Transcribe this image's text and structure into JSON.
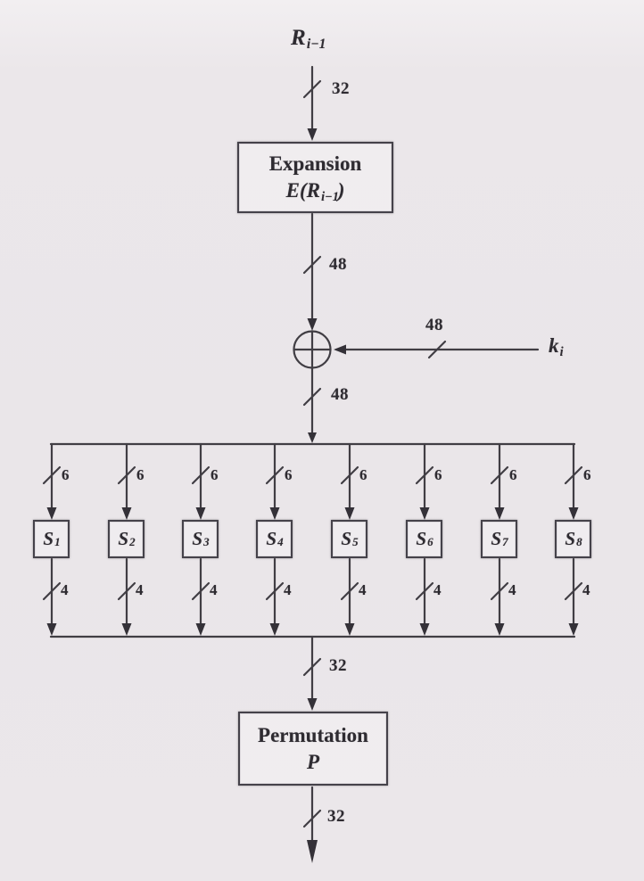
{
  "colors": {
    "line": "#413e44",
    "arrow": "#343138",
    "text": "#2e2b31",
    "background": "#eae6e9"
  },
  "diagram": {
    "input": {
      "var": "R",
      "sub": "i−1",
      "bits": "32"
    },
    "expansion": {
      "title": "Expansion",
      "fn_open": "E(R",
      "fn_sub": "i−1",
      "fn_close": ")",
      "out_bits": "48"
    },
    "key": {
      "var": "k",
      "sub": "i",
      "bits": "48"
    },
    "xor_out_bits": "48",
    "sbox_in_bits": "6",
    "sbox_out_bits": "4",
    "sbox_prefix": "S",
    "sbox_indices": [
      "1",
      "2",
      "3",
      "4",
      "5",
      "6",
      "7",
      "8"
    ],
    "collected_bits": "32",
    "permutation": {
      "title": "Permutation",
      "fn": "P",
      "out_bits": "32"
    }
  }
}
